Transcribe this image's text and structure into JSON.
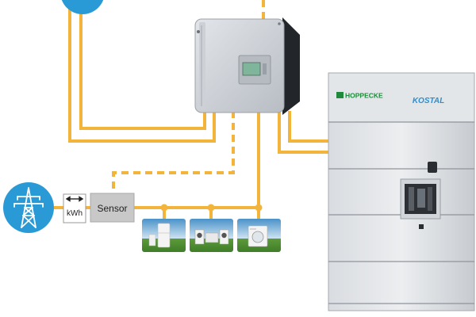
{
  "colors": {
    "line": "#f2b43a",
    "grid_blue": "#2a9ad6",
    "device_gray": "#c9cdd2",
    "device_dark": "#8d9299",
    "sensor_fill": "#c8c8c8",
    "hoppecke_green": "#1f8a3b",
    "kostal_blue": "#2b8fd0",
    "lcd_green": "#7fb59a"
  },
  "labels": {
    "sensor": "Sensor",
    "kwh": "kWh",
    "hoppecke": "HOPPECKE",
    "kostal": "KOSTAL"
  },
  "icons": {
    "grid": "power-pylon-icon",
    "meter": "double-arrow-icon",
    "appliances": [
      "fridge-icon",
      "stereo-icon",
      "washing-machine-icon"
    ]
  }
}
